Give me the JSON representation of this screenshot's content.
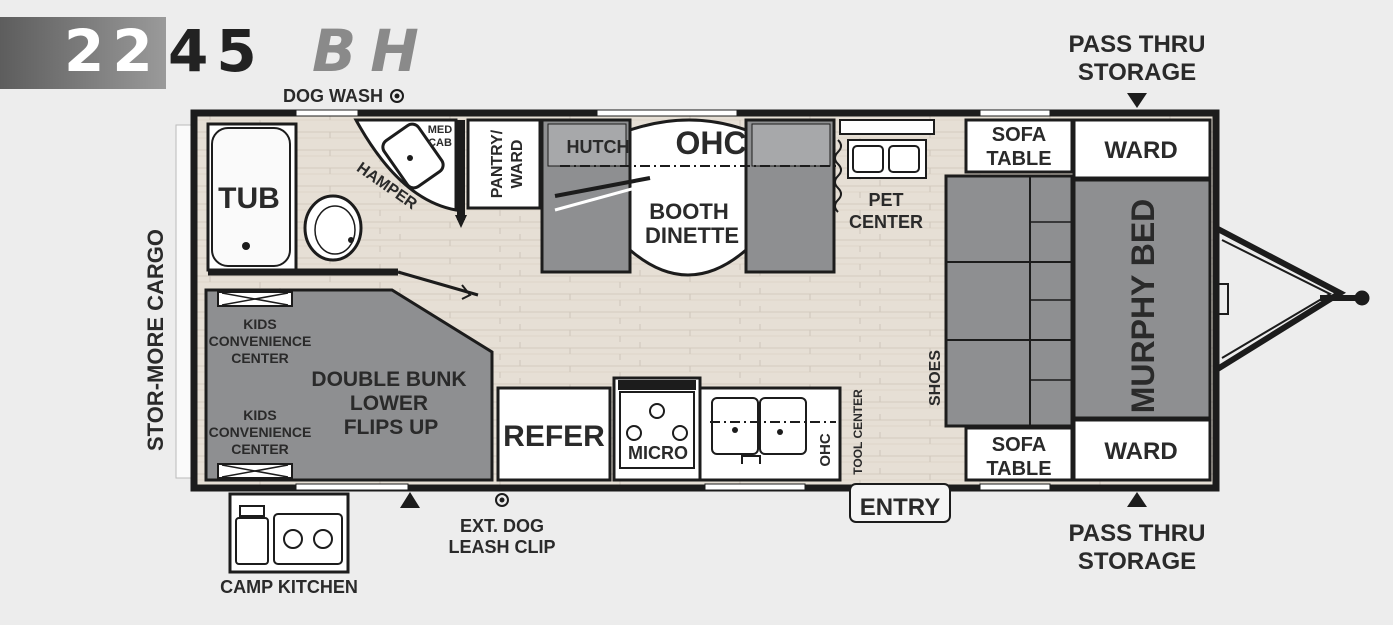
{
  "model": {
    "number_part1": "22",
    "number_part2": "45",
    "suffix": "BH"
  },
  "labels": {
    "pass_thru_top_1": "PASS THRU",
    "pass_thru_top_2": "STORAGE",
    "pass_thru_bottom_1": "PASS THRU",
    "pass_thru_bottom_2": "STORAGE",
    "dog_wash": "DOG WASH",
    "stor_more_cargo": "STOR-MORE CARGO",
    "tub": "TUB",
    "med_cab_1": "MED",
    "med_cab_2": "CAB",
    "hamper": "HAMPER",
    "pantry_ward_1": "PANTRY/",
    "pantry_ward_2": "WARD",
    "hutch": "HUTCH",
    "ohc_top": "OHC",
    "booth_1": "BOOTH",
    "booth_2": "DINETTE",
    "pet_1": "PET",
    "pet_2": "CENTER",
    "sofa_table_top_1": "SOFA",
    "sofa_table_top_2": "TABLE",
    "sofa_table_bottom_1": "SOFA",
    "sofa_table_bottom_2": "TABLE",
    "ward_top": "WARD",
    "ward_bottom": "WARD",
    "murphy_bed": "MURPHY BED",
    "kids_top_1": "KIDS",
    "kids_top_2": "CONVENIENCE",
    "kids_top_3": "CENTER",
    "kids_bottom_1": "KIDS",
    "kids_bottom_2": "CONVENIENCE",
    "kids_bottom_3": "CENTER",
    "bunk_1": "DOUBLE BUNK",
    "bunk_2": "LOWER",
    "bunk_3": "FLIPS UP",
    "refer": "REFER",
    "micro": "MICRO",
    "ohc_bottom": "OHC",
    "tool_center": "TOOL CENTER",
    "shoes": "SHOES",
    "entry": "ENTRY",
    "leash_1": "EXT. DOG",
    "leash_2": "LEASH CLIP",
    "camp_kitchen": "CAMP KITCHEN"
  },
  "colors": {
    "wall": "#1c1c1c",
    "furniture_gray": "#8e8f91",
    "floor": "#e4ddd3",
    "title_gray": "#8a8a8a",
    "badge_gray": "#808080"
  }
}
